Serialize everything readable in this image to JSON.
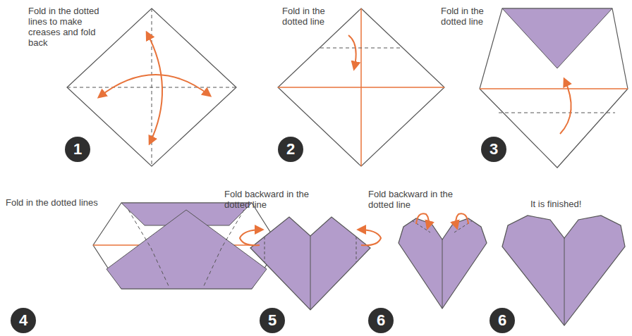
{
  "diagram": {
    "nodes": [
      {
        "text": [
          "1"
        ]
      },
      {
        "text": [
          "2"
        ]
      },
      {
        "text": [
          "3"
        ]
      },
      {
        "text": [
          "4"
        ]
      },
      {
        "text": [
          "5"
        ]
      },
      {
        "text": [
          "6"
        ]
      },
      {
        "text": [
          "6"
        ]
      }
    ],
    "labels": [
      "Fold in the dotted lines to make creases and fold back",
      "Fold in the dotted line",
      "Fold in the dotted line",
      "Fold in the dotted lines",
      "Fold backward in the dotted line",
      "Fold backward in the dotted line",
      "It is finished!"
    ]
  }
}
